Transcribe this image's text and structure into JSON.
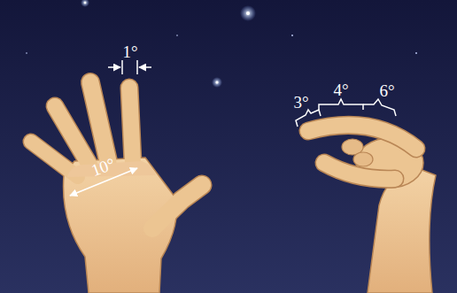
{
  "diagram": {
    "labels": [
      "1°",
      "10°",
      "3°",
      "4°",
      "6°"
    ]
  }
}
